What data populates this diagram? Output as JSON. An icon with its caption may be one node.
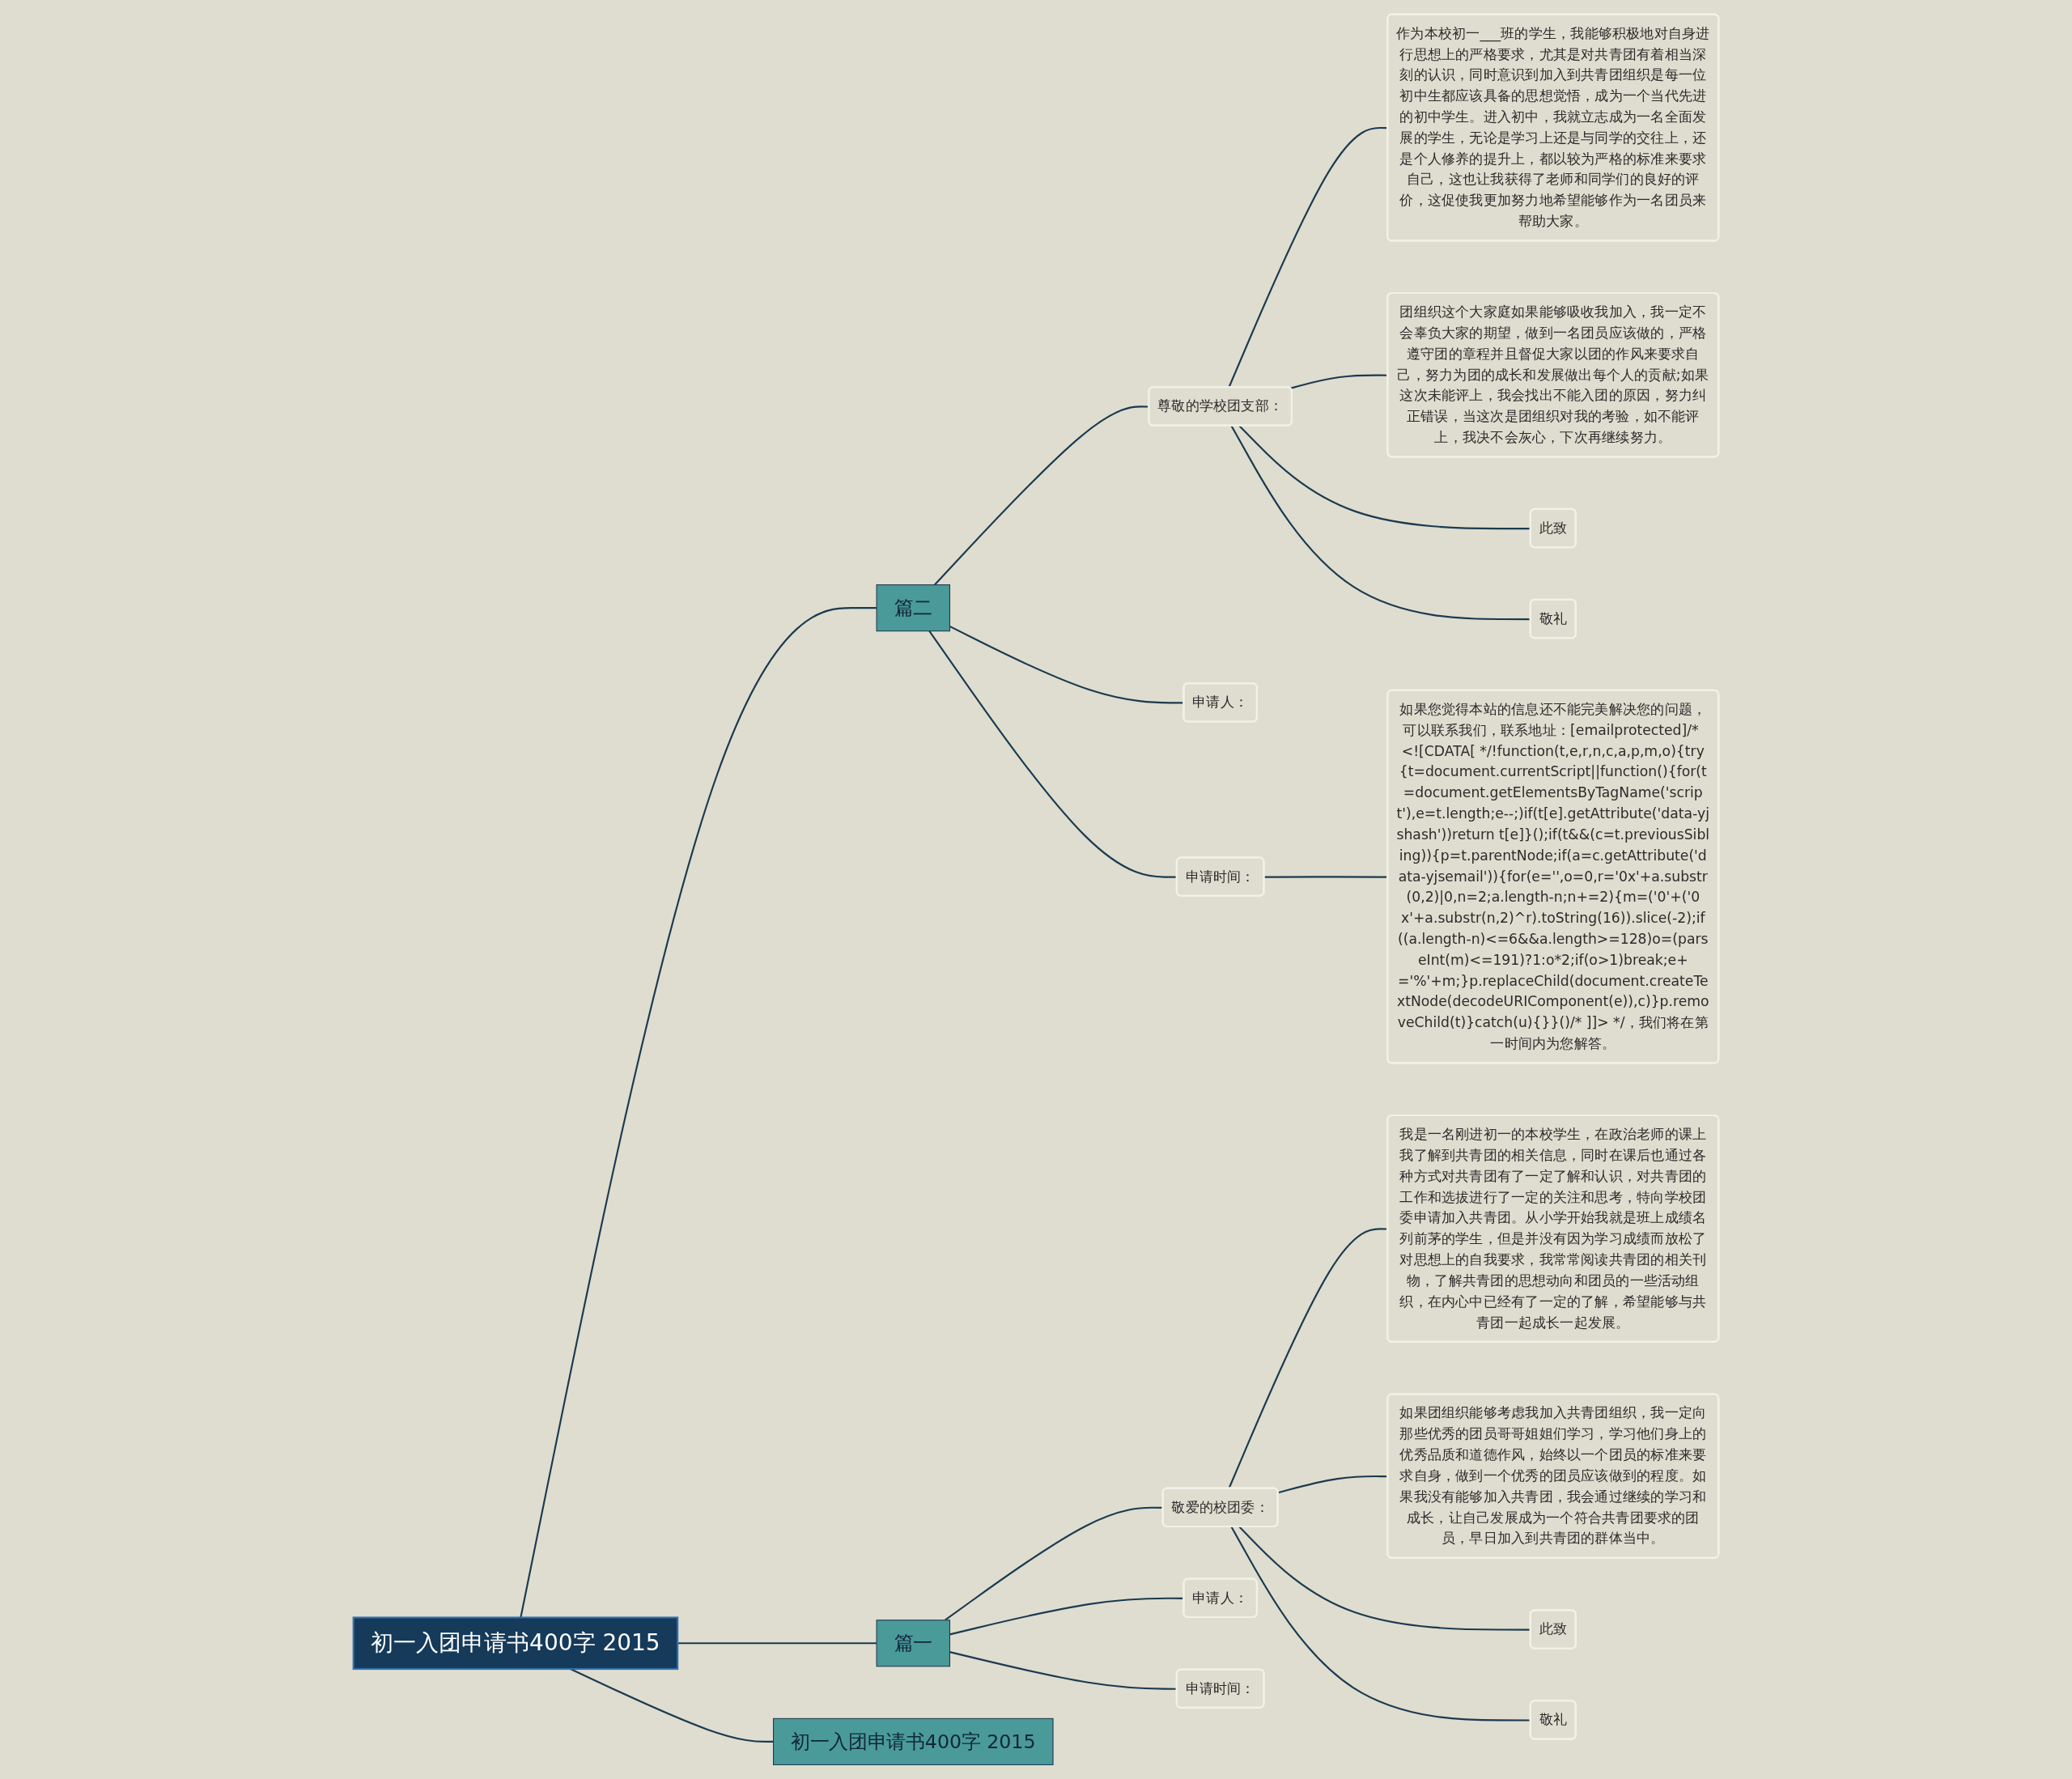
{
  "diagram": {
    "nodes": [
      {
        "text": [
          "初一入团申请书400字 2015"
        ]
      },
      {
        "text": [
          "初一入团申请书400字 2015"
        ]
      },
      {
        "text": [
          "篇二"
        ]
      },
      {
        "text": [
          "尊敬的学校团支部："
        ]
      },
      {
        "text": [
          "作为本校初一___班的学生，我能够积极地对自身进行思想上的严格要求，尤其是对共青团有着相当深刻的认识，同时意识到加入到共青团组织是每一位初中生都应该具备的思想觉悟，成为一个当代先进的初中学生。进入初中，我就立志成为一名全面发展的学生，无论是学习上还是与同学的交往上，还是个人修养的提升上，都以较为严格的标准来要求自己，这也让我获得了老师和同学们的良好的评价，这促使我更加努力地希望能够作为一名团员来帮助大家。"
        ]
      },
      {
        "text": [
          "团组织这个大家庭如果能够吸收我加入，我一定不会辜负大家的期望，做到一名团员应该做的，严格遵守团的章程并且督促大家以团的作风来要求自己，努力为团的成长和发展做出每个人的贡献;如果这次未能评上，我会找出不能入团的原因，努力纠正错误，当这次是团组织对我的考验，如不能评上，我决不会灰心，下次再继续努力。"
        ]
      },
      {
        "text": [
          "此致"
        ]
      },
      {
        "text": [
          "敬礼"
        ]
      },
      {
        "text": [
          "申请人："
        ]
      },
      {
        "text": [
          "申请时间："
        ]
      },
      {
        "text": [
          "如果您觉得本站的信息还不能完美解决您的问题，可以联系我们，联系地址：[emailprotected]/* <![CDATA[ */!function(t,e,r,n,c,a,p,m,o){try{t=document.currentScript||function(){for(t=document.getElementsByTagName('script'),e=t.length;e--;)if(t[e].getAttribute('data-yjshash'))return t[e]}();if(t&&(c=t.previousSibling)){p=t.parentNode;if(a=c.getAttribute('data-yjsemail')){for(e='',o=0,r='0x'+a.substr(0,2)|0,n=2;a.length-n;n+=2){m=('0'+('0x'+a.substr(n,2)^r).toString(16)).slice(-2);if((a.length-n)<=6&&a.length>=128)o=(parseInt(m)<=191)?1:o*2;if(o>1)break;e+='%'+m;}p.replaceChild(document.createTextNode(decodeURIComponent(e)),c)}p.removeChild(t)}catch(u){}}()/* ]]> */，我们将在第一时间内为您解答。"
        ]
      },
      {
        "text": [
          "篇一"
        ]
      },
      {
        "text": [
          "敬爱的校团委："
        ]
      },
      {
        "text": [
          "我是一名刚进初一的本校学生，在政治老师的课上我了解到共青团的相关信息，同时在课后也通过各种方式对共青团有了一定了解和认识，对共青团的工作和选拔进行了一定的关注和思考，特向学校团委申请加入共青团。从小学开始我就是班上成绩名列前茅的学生，但是并没有因为学习成绩而放松了对思想上的自我要求，我常常阅读共青团的相关刊物，了解共青团的思想动向和团员的一些活动组织，在内心中已经有了一定的了解，希望能够与共青团一起成长一起发展。"
        ]
      },
      {
        "text": [
          "如果团组织能够考虑我加入共青团组织，我一定向那些优秀的团员哥哥姐姐们学习，学习他们身上的优秀品质和道德作风，始终以一个团员的标准来要求自身，做到一个优秀的团员应该做到的程度。如果我没有能够加入共青团，我会通过继续的学习和成长，让自己发展成为一个符合共青团要求的团员，早日加入到共青团的群体当中。"
        ]
      },
      {
        "text": [
          "此致"
        ]
      },
      {
        "text": [
          "敬礼"
        ]
      },
      {
        "text": [
          "申请人："
        ]
      },
      {
        "text": [
          "申请时间："
        ]
      }
    ],
    "edges": [
      {
        "from": 0,
        "to": 1,
        "arrow": "none"
      },
      {
        "from": 0,
        "to": 2,
        "arrow": "none"
      },
      {
        "from": 2,
        "to": 3,
        "arrow": "none"
      },
      {
        "from": 3,
        "to": 4,
        "arrow": "none"
      },
      {
        "from": 3,
        "to": 5,
        "arrow": "none"
      },
      {
        "from": 3,
        "to": 6,
        "arrow": "none"
      },
      {
        "from": 3,
        "to": 7,
        "arrow": "none"
      },
      {
        "from": 2,
        "to": 8,
        "arrow": "none"
      },
      {
        "from": 2,
        "to": 9,
        "arrow": "none"
      },
      {
        "from": 9,
        "to": 10,
        "arrow": "none"
      },
      {
        "from": 0,
        "to": 11,
        "arrow": "none"
      },
      {
        "from": 11,
        "to": 12,
        "arrow": "none"
      },
      {
        "from": 12,
        "to": 13,
        "arrow": "none"
      },
      {
        "from": 12,
        "to": 14,
        "arrow": "none"
      },
      {
        "from": 12,
        "to": 15,
        "arrow": "none"
      },
      {
        "from": 12,
        "to": 16,
        "arrow": "none"
      },
      {
        "from": 11,
        "to": 17,
        "arrow": "none"
      },
      {
        "from": 11,
        "to": 18,
        "arrow": "none"
      }
    ]
  }
}
